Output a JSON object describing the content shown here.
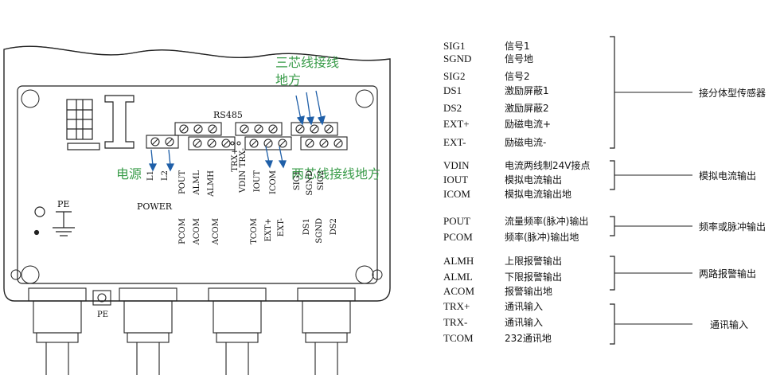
{
  "board": {
    "rs485": "RS485",
    "power": "POWER",
    "pe_inner": "PE",
    "pe_outer": "PE",
    "green_top_line1": "三芯线接线",
    "green_top_line2": "地方",
    "green_power": "电源",
    "green_two_core": "两芯线接线地方",
    "upper_terms": [
      "L1",
      "L2",
      "POUT",
      "ALML",
      "ALMH",
      "VDIN",
      "IOUT",
      "ICOM",
      "SIG1",
      "SGND",
      "SIG2"
    ],
    "trx": [
      "TRX+",
      "TRX-"
    ],
    "lower_terms": [
      "PCOM",
      "ACOM",
      "ACOM",
      "TCOM",
      "EXT+",
      "EXT-",
      "DS1",
      "SGND",
      "DS2"
    ]
  },
  "table": {
    "groups": [
      {
        "label": "接分体型传感器",
        "rows": [
          {
            "sig": "SIG1",
            "desc": "信号1"
          },
          {
            "sig": "SGND",
            "desc": "信号地"
          },
          {
            "sig": "SIG2",
            "desc": "信号2"
          },
          {
            "sig": "DS1",
            "desc": "激励屏蔽1"
          },
          {
            "sig": "DS2",
            "desc": "激励屏蔽2"
          },
          {
            "sig": "EXT+",
            "desc": "励磁电流+"
          },
          {
            "sig": "EXT-",
            "desc": "励磁电流-"
          }
        ]
      },
      {
        "label": "模拟电流输出",
        "rows": [
          {
            "sig": "VDIN",
            "desc": "电流两线制24V接点"
          },
          {
            "sig": "IOUT",
            "desc": "模拟电流输出"
          },
          {
            "sig": "ICOM",
            "desc": "模拟电流输出地"
          }
        ]
      },
      {
        "label": "频率或脉冲输出",
        "rows": [
          {
            "sig": "POUT",
            "desc": "流量频率(脉冲)输出"
          },
          {
            "sig": "PCOM",
            "desc": "频率(脉冲)输出地"
          }
        ]
      },
      {
        "label": "两路报警输出",
        "rows": [
          {
            "sig": "ALMH",
            "desc": "上限报警输出"
          },
          {
            "sig": "ALML",
            "desc": "下限报警输出"
          },
          {
            "sig": "ACOM",
            "desc": "报警输出地"
          }
        ]
      },
      {
        "label": "通讯输入",
        "rows": [
          {
            "sig": "TRX+",
            "desc": "通讯输入"
          },
          {
            "sig": "TRX-",
            "desc": "通讯输入"
          },
          {
            "sig": "TCOM",
            "desc": "232通讯地"
          }
        ]
      }
    ]
  }
}
